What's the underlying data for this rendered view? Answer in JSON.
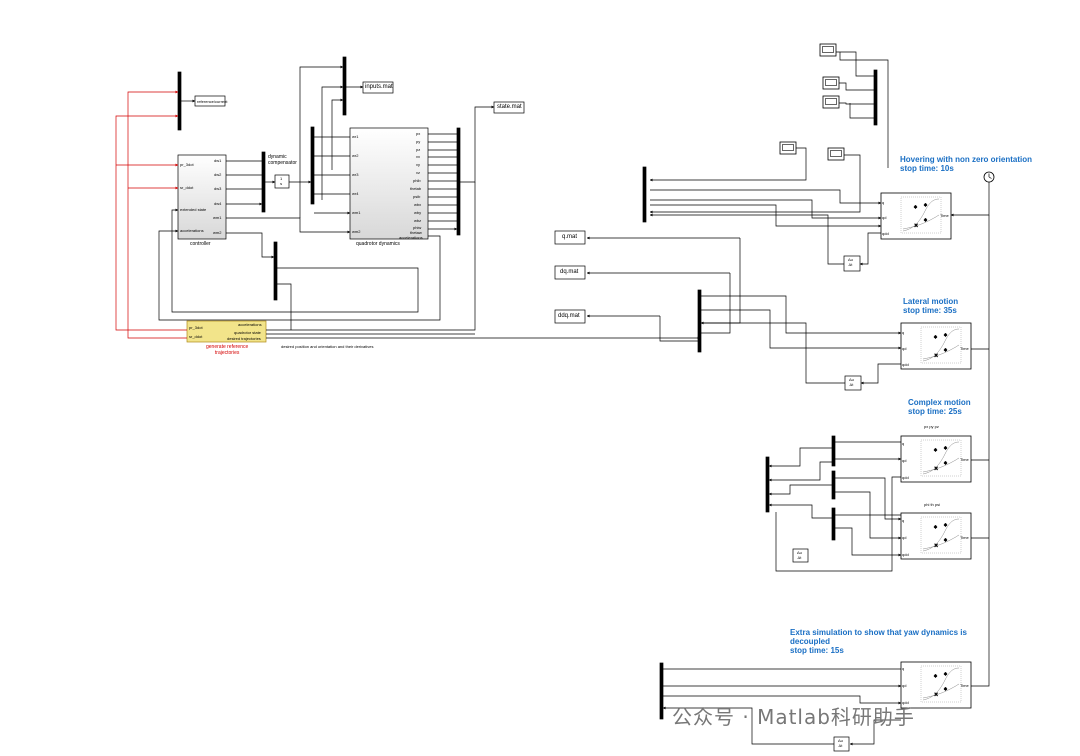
{
  "blocks": {
    "reference_scope": "reference/current",
    "inputs_file": "inputs.mat",
    "state_file": "state.mat",
    "q_file": "q.mat",
    "dq_file": "dq.mat",
    "ddq_file": "ddq.mat",
    "controller": {
      "name": "controller",
      "in_pr_ddot": "pr_3dot",
      "in_sr_ddot": "sr_ddot",
      "in_state": "extended state",
      "in_acc": "accelerations",
      "outs": [
        "dw1",
        "dw2",
        "dw3",
        "dw4",
        "wm1",
        "wm2"
      ]
    },
    "dyn_comp": {
      "label": "dynamic\ncompensator",
      "integrator": "1\ns"
    },
    "quadrotor": {
      "name": "quadrotor dynamics",
      "ins": [
        "wr1",
        "wr2",
        "wr3",
        "wr4",
        "wm1",
        "wm2"
      ],
      "outs": [
        "px",
        "py",
        "pz",
        "vx",
        "vy",
        "vz",
        "phib",
        "thetab",
        "psib",
        "wbx",
        "wby",
        "wbz",
        "phiw",
        "thetaw",
        "accelerations"
      ]
    },
    "generator": {
      "name": "generate reference\ntrajectories",
      "in1": "pr_3dot",
      "in2": "sr_ddot",
      "out1": "accelerations",
      "out2": "quadrotor state",
      "out3": "desired trajectories"
    },
    "desired_label": "desired position and orientation and their derivatives",
    "subsys_ports": {
      "q": "q",
      "qd": "qd",
      "qdd": "qdd",
      "time": "Time"
    },
    "derivative": "Δu\nΔt",
    "plot_px": "px py pz",
    "plot_phi": "phi th psi"
  },
  "annotations": {
    "hover": "Hovering with non zero orientation\nstop time: 10s",
    "lateral": "Lateral motion\nstop time: 35s",
    "complex": "Complex motion\nstop time: 25s",
    "extra": "Extra simulation to show that yaw dynamics is\ndecoupled\nstop time: 15s"
  },
  "watermark": "公众号 · Matlab科研助手",
  "colors": {
    "title": "#1a6fc4",
    "red_signal": "#d40000",
    "generator_fill": "#f2e48a",
    "generator_border": "#b08a1a"
  }
}
